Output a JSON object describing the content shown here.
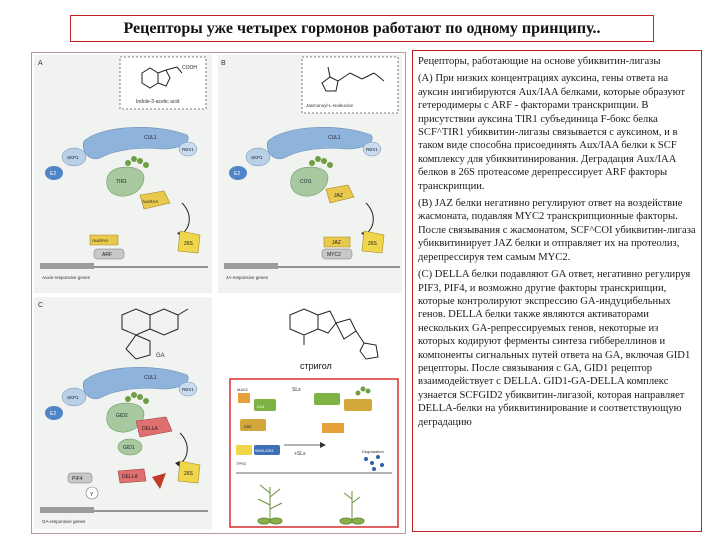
{
  "slide": {
    "title": "Рецепторы уже четырех гормонов работают по одному принципу.."
  },
  "figure": {
    "panel_a": {
      "letter": "A",
      "molecule_label": "Indole-3-acetic acid",
      "molecule_group": "COOH",
      "labels": [
        "CUL1",
        "SKP1",
        "RBX1",
        "E2",
        "TIR1",
        "Aux/IAA",
        "26S",
        "Aux/IAA",
        "ARF"
      ],
      "gene_label": "Auxin-responsive genes"
    },
    "panel_b": {
      "letter": "B",
      "molecule_label": "Jasmonoyl-L-isoleucine",
      "labels": [
        "CUL1",
        "SKP1",
        "RBX1",
        "E2",
        "COI1",
        "JAZ",
        "26S",
        "JAZ",
        "MYC2"
      ],
      "gene_label": "JA-responsive genes"
    },
    "panel_c": {
      "letter": "C",
      "molecule_label": "GA",
      "labels": [
        "CUL1",
        "SKP1",
        "RBX1",
        "E2",
        "GID2",
        "DELLA",
        "GID1",
        "26S",
        "PIF4",
        "DELLA",
        "Y"
      ],
      "gene_label": "GA-responsive genes"
    },
    "strigol": {
      "caption": "стригол"
    },
    "inset": {
      "labels": [
        "MAX2",
        "D14",
        "D53",
        "SLs",
        "+SLs",
        "TPR2",
        "SMXL/D53",
        "Degradation"
      ]
    }
  },
  "text": {
    "intro": "Рецепторы, работающие на основе убиквитин-лигазы",
    "para_a": "(А) При низких концентрациях ауксина, гены ответа на ауксин ингибируются Aux/IAA белками, которые образуют гетеродимеры с ARF - факторами транскрипции. В присутствии ауксина TIR1 субъединица F-бокс белка SCF^TIR1 убиквитин-лигазы связывается с ауксином, и в таком виде способна присоединять Aux/IAA белки к SCF комплексу для убиквитинирования. Деградация Aux/IAA белков в 26S протеасоме дерепрессирует ARF факторы транскрипции.",
    "para_b": "(B) JAZ белки негативно регулируют ответ на воздействие жасмоната, подавляя MYC2 транскрипционные факторы. После связывания с жасмонатом, SCF^COI убиквитин-лигаза убиквитинирует JAZ белки и отправляет их на протеолиз, дерепрессируя тем самым MYC2.",
    "para_c": "(C) DELLA белки подавляют GA ответ, негативно регулируя PIF3, PIF4, и возможно другие факторы транскрипции, которые контролируют экспрессию GA-индуцибельных генов. DELLA белки также являются активаторами нескольких GA-репрессируемых генов, некоторые из которых кодируют ферменты синтеза гиббереллинов и компоненты сигнальных путей ответа на GA, включая GID1 рецепторы. После связывания с GA, GID1 рецептор взаимодействует с DELLA. GID1-GA-DELLA комплекс узнается SCFGID2 убиквитин-лигазой, которая направляет DELLA-белки на убиквитинирование и соответствующую деградацию"
  },
  "colors": {
    "title_border": "#c02020",
    "cullin": "#8fb4dc",
    "skp1": "#b9cfe6",
    "e2": "#4f84c8",
    "receptor": "#a8c9a0",
    "repressor": "#e8c94c",
    "degradation": "#f0d64a",
    "della": "#e07070",
    "ubiquitin": "#6f9e45",
    "inset_border": "#d22020"
  }
}
